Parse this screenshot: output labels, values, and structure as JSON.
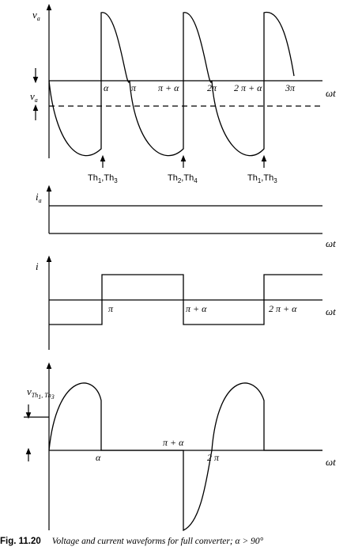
{
  "panel1": {
    "y_label_main": "v",
    "y_label_sub": "a",
    "avg_label_main": "v",
    "avg_label_sub": "a",
    "x_label": "ωt",
    "ticks": {
      "alpha": "α",
      "pi": "π",
      "pi_alpha": "π + α",
      "two_pi": "2π",
      "two_pi_alpha": "2 π + α",
      "three_pi": "3π"
    },
    "triggers": [
      {
        "a": "Th",
        "a_sub": "1",
        "sep": ",",
        "b": "Th",
        "b_sub": "3"
      },
      {
        "a": "Th",
        "a_sub": "2",
        "sep": ",",
        "b": "Th",
        "b_sub": "4"
      },
      {
        "a": "Th",
        "a_sub": "1",
        "sep": ",",
        "b": "Th",
        "b_sub": "3"
      }
    ]
  },
  "panel2": {
    "y_label_main": "i",
    "y_label_sub": "a",
    "x_label": "ωt"
  },
  "panel3": {
    "y_label": "i",
    "x_label": "ωt",
    "ticks": {
      "pi": "π",
      "pi_alpha": "π + α",
      "two_pi_alpha": "2 π + α"
    }
  },
  "panel4": {
    "y_label_main": "v",
    "y_label_sub1": "Th",
    "y_label_sub1b": "1",
    "y_label_sep": ", Th",
    "y_label_sub2": "3",
    "x_label": "ωt",
    "ticks": {
      "alpha": "α",
      "pi_alpha": "π + α",
      "two_pi": "2 π"
    }
  },
  "caption": {
    "fig": "Fig. 11.20",
    "title": "Voltage and current waveforms for full converter; α > 90°"
  }
}
